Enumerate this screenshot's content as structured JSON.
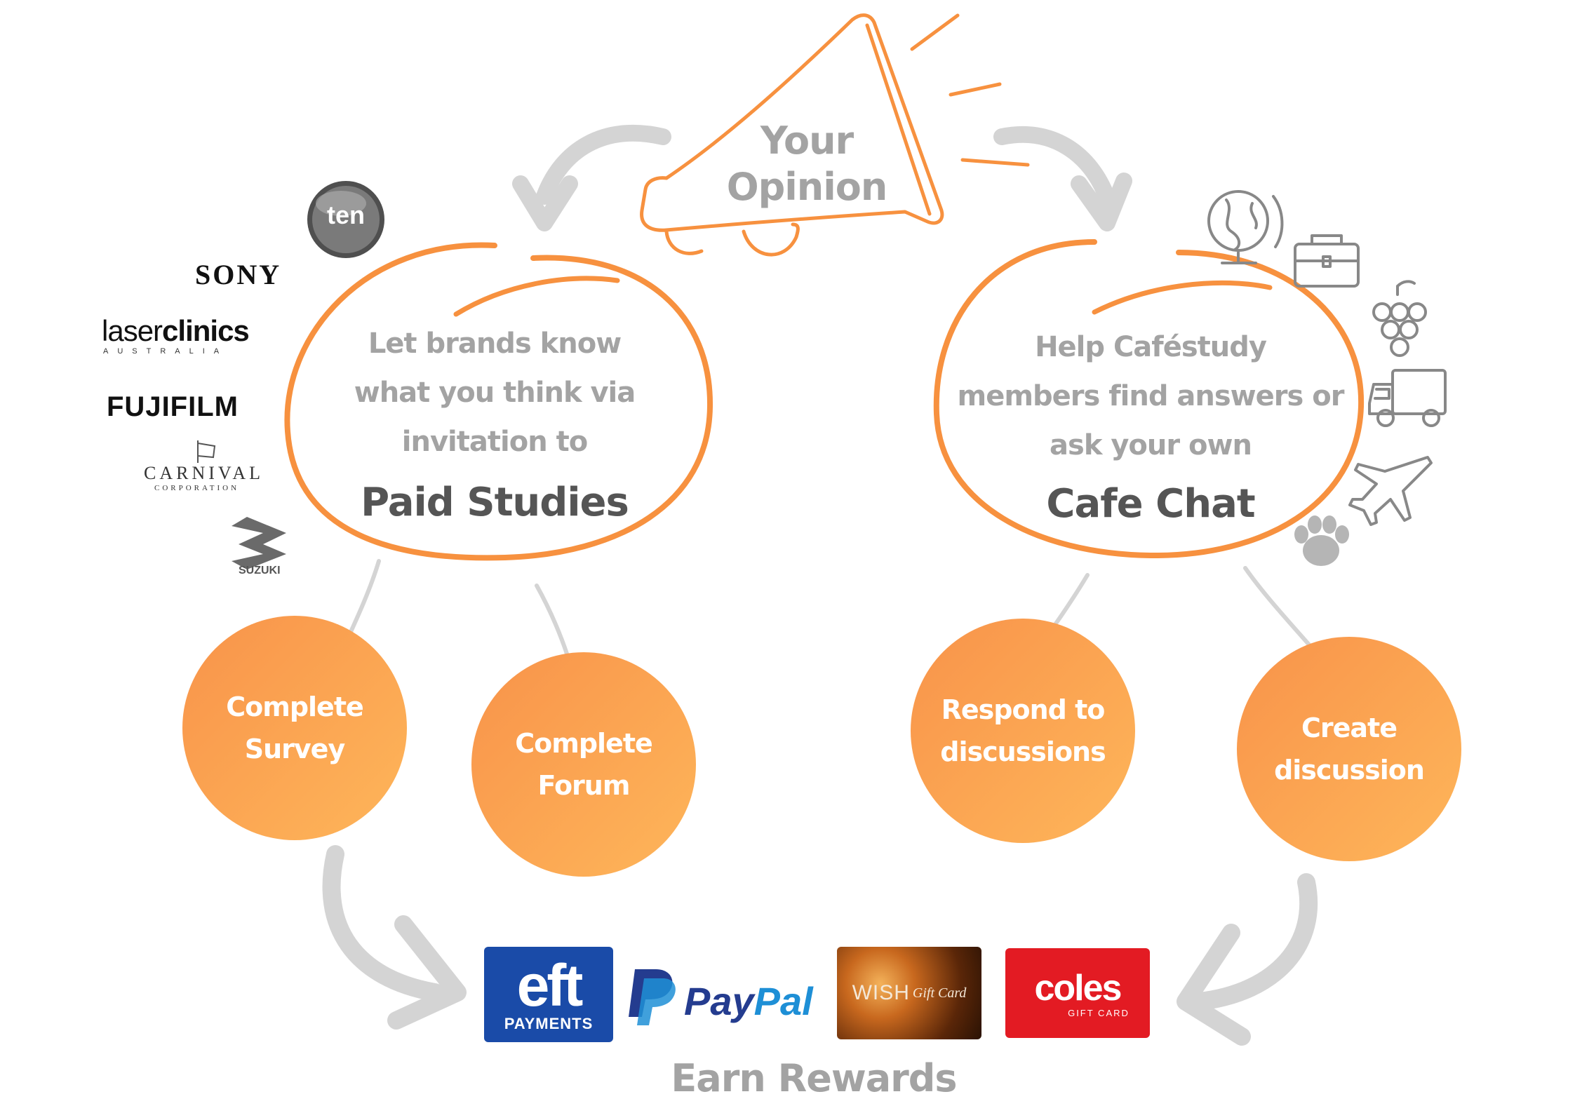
{
  "megaphone": {
    "line1": "Your",
    "line2": "Opinion"
  },
  "paid_studies": {
    "lines": [
      "Let brands know",
      "what you think via",
      "invitation to"
    ],
    "title": "Paid Studies",
    "actions": [
      "Complete Survey",
      "Complete Forum"
    ]
  },
  "cafe_chat": {
    "lines": [
      "Help Caféstudy",
      "members find answers or",
      "ask your own"
    ],
    "title": "Cafe Chat",
    "actions": [
      "Respond to discussions",
      "Create discussion"
    ]
  },
  "brands": {
    "ten": "ten",
    "sony": "SONY",
    "laser_a": "laser",
    "laser_b": "clinics",
    "laser_sub": "AUSTRALIA",
    "fujifilm": "FUJIFILM",
    "carnival": "CARNIVAL",
    "carnival_sub": "CORPORATION",
    "suzuki": "SUZUKI"
  },
  "rewards": {
    "label": "Earn Rewards",
    "eft_main": "eft",
    "eft_sub": "PAYMENTS",
    "paypal_a": "Pay",
    "paypal_b": "Pal",
    "wish_a": "WISH",
    "wish_b": "Gift Card",
    "coles_main": "coles",
    "coles_sub": "GIFT CARD"
  },
  "topic_icons": [
    "globe-icon",
    "briefcase-icon",
    "grapes-icon",
    "truck-icon",
    "airplane-icon",
    "paw-icon"
  ],
  "colors": {
    "orange": "#f7913f",
    "circle_a": "#f89a4c",
    "circle_b": "#fdb25a",
    "gray_arrow": "#d4d4d4",
    "text_gray": "#a3a3a3",
    "title_gray": "#555555",
    "eft_blue": "#1a4ba8",
    "paypal_dark": "#243c8f",
    "paypal_light": "#1e8fd6",
    "coles_red": "#e31b23"
  }
}
